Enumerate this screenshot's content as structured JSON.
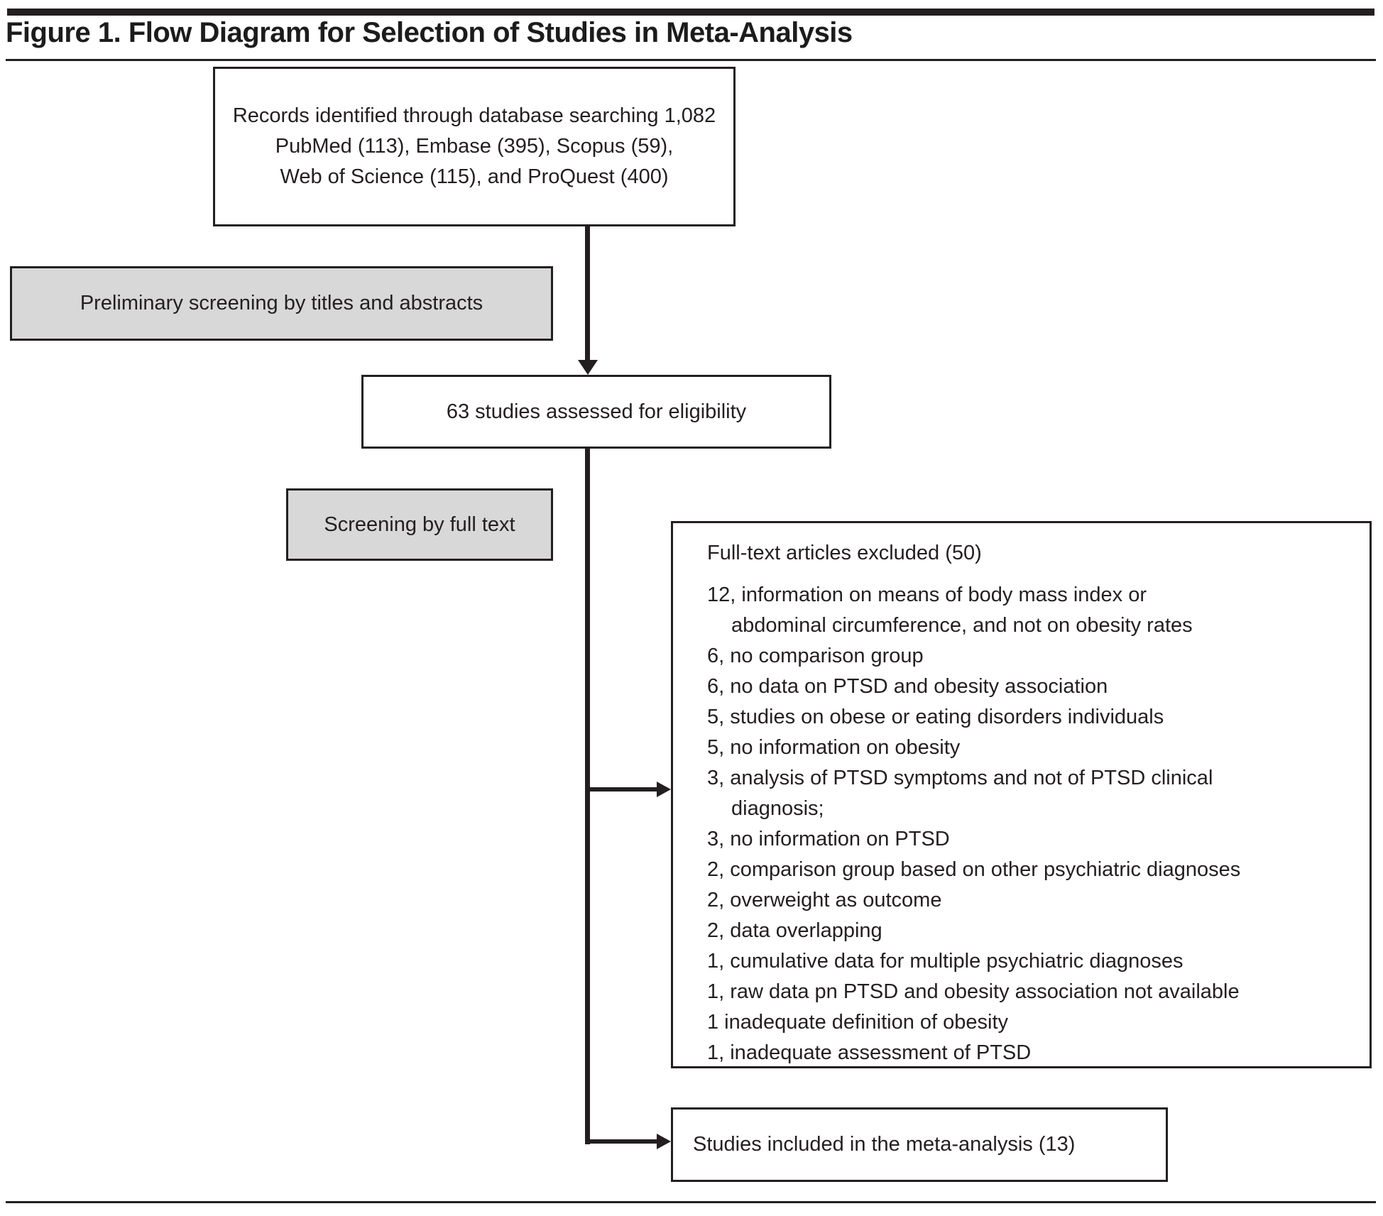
{
  "figure": {
    "title": "Figure 1. Flow Diagram for Selection of Studies in Meta-Analysis"
  },
  "flow": {
    "records_box": {
      "lines": [
        "Records identified through database searching 1,082",
        "PubMed (113), Embase (395), Scopus (59),",
        "Web of Science (115), and ProQuest (400)"
      ]
    },
    "preliminary_screening_box": {
      "label": "Preliminary screening by titles and abstracts"
    },
    "eligibility_box": {
      "label": "63 studies assessed for eligibility"
    },
    "full_text_screening_box": {
      "label": "Screening by full text"
    },
    "excluded_box": {
      "header": "Full-text articles excluded (50)",
      "reasons": [
        "12, information on means of body mass index or\nabdominal circumference, and not on obesity rates",
        "6, no comparison group",
        "6, no data on PTSD and obesity association",
        "5, studies on obese or eating disorders individuals",
        "5, no information on obesity",
        "3, analysis of PTSD symptoms and not of PTSD clinical\ndiagnosis;",
        "3, no information on PTSD",
        "2, comparison group based on other psychiatric diagnoses",
        "2, overweight as outcome",
        "2, data overlapping",
        "1, cumulative data for multiple psychiatric diagnoses",
        "1, raw data pn PTSD and obesity association not available",
        "1 inadequate definition of obesity",
        "1, inadequate assessment of PTSD"
      ]
    },
    "included_box": {
      "label": "Studies included in the meta-analysis (13)"
    }
  },
  "colors": {
    "ink": "#231f20",
    "gray_fill": "#d8d8d8",
    "white_fill": "#ffffff"
  }
}
